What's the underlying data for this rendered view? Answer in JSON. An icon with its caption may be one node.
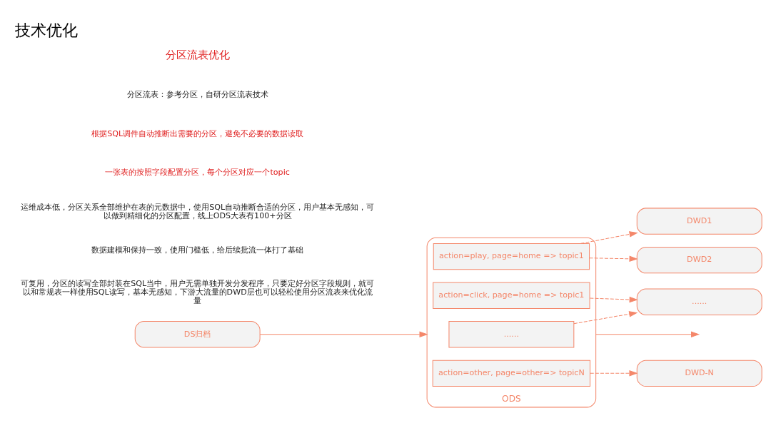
{
  "diagram": {
    "title": "技术优化",
    "nodes": [
      {
        "text": [
          "DS归档"
        ]
      },
      {
        "text": [
          "ODS"
        ]
      },
      {
        "text": [
          "action=play, page=home => topic1"
        ],
        "in": 1
      },
      {
        "text": [
          "action=click, page=home => topic1"
        ],
        "in": 1
      },
      {
        "text": [
          "......"
        ],
        "in": 1
      },
      {
        "text": [
          "action=other, page=other=> topicN"
        ],
        "in": 1
      },
      {
        "text": [
          "DWD1"
        ]
      },
      {
        "text": [
          "DWD2"
        ]
      },
      {
        "text": [
          "......"
        ]
      },
      {
        "text": [
          "DWD-N"
        ]
      }
    ],
    "edges": [
      {
        "from": 0,
        "to": 1,
        "arrow": "to"
      },
      {
        "from": 2,
        "to": 6,
        "arrow": "to",
        "style": "dashed"
      },
      {
        "from": 2,
        "to": 7,
        "arrow": "to",
        "style": "dashed"
      },
      {
        "from": 3,
        "to": 8,
        "arrow": "to",
        "style": "dashed"
      },
      {
        "from": 4,
        "to": 8,
        "arrow": "to",
        "style": "dashed"
      },
      {
        "from": 5,
        "to": 9,
        "arrow": "to",
        "style": "dashed"
      },
      {
        "from": 1,
        "to": null,
        "arrow": "to"
      }
    ],
    "labels": [
      "分区流表优化",
      "分区流表：参考分区，自研分区流表技术",
      "根据SQL调件自动推断出需要的分区，避免不必要的数据读取",
      "一张表的按照字段配置分区，每个分区对应一个topic",
      "运维成本低，分区关系全部维护在表的元数据中，使用SQL自动推断合适的分区，用户基本无感知，可以做到精细化的分区配置，线上ODS大表有100+分区",
      "数据建模和保持一致，使用门槛低，给后续批流一体打了基础",
      "可复用，分区的读写全部封装在SQL当中，用户无需单独开发分发程序，只要定好分区字段规则，就可以和常规表一样使用SQL读写，基本无感知，下游大流量的DWD层也可以轻松使用分区流表来优化流量"
    ]
  }
}
